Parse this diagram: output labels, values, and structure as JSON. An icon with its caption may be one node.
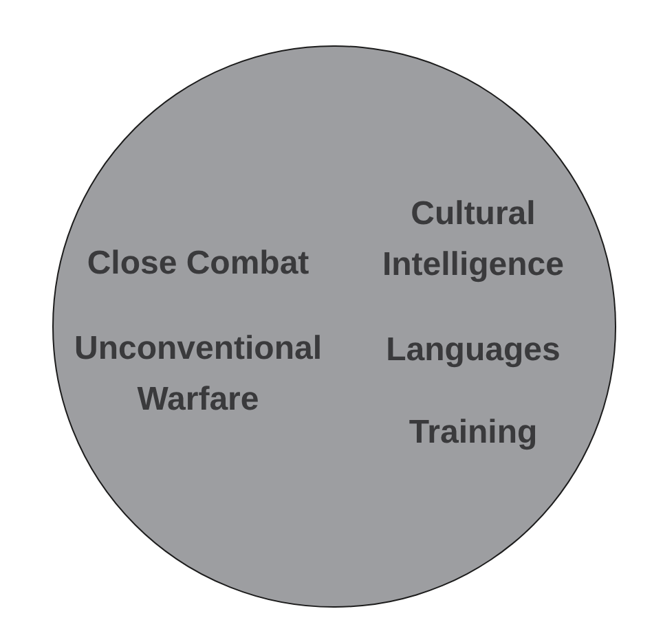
{
  "diagram": {
    "nodes": [
      {
        "text": [
          "Close Combat",
          "Unconventional Warfare"
        ]
      },
      {
        "text": [
          "Cultural Intelligence",
          "Languages",
          "Training"
        ]
      }
    ]
  }
}
